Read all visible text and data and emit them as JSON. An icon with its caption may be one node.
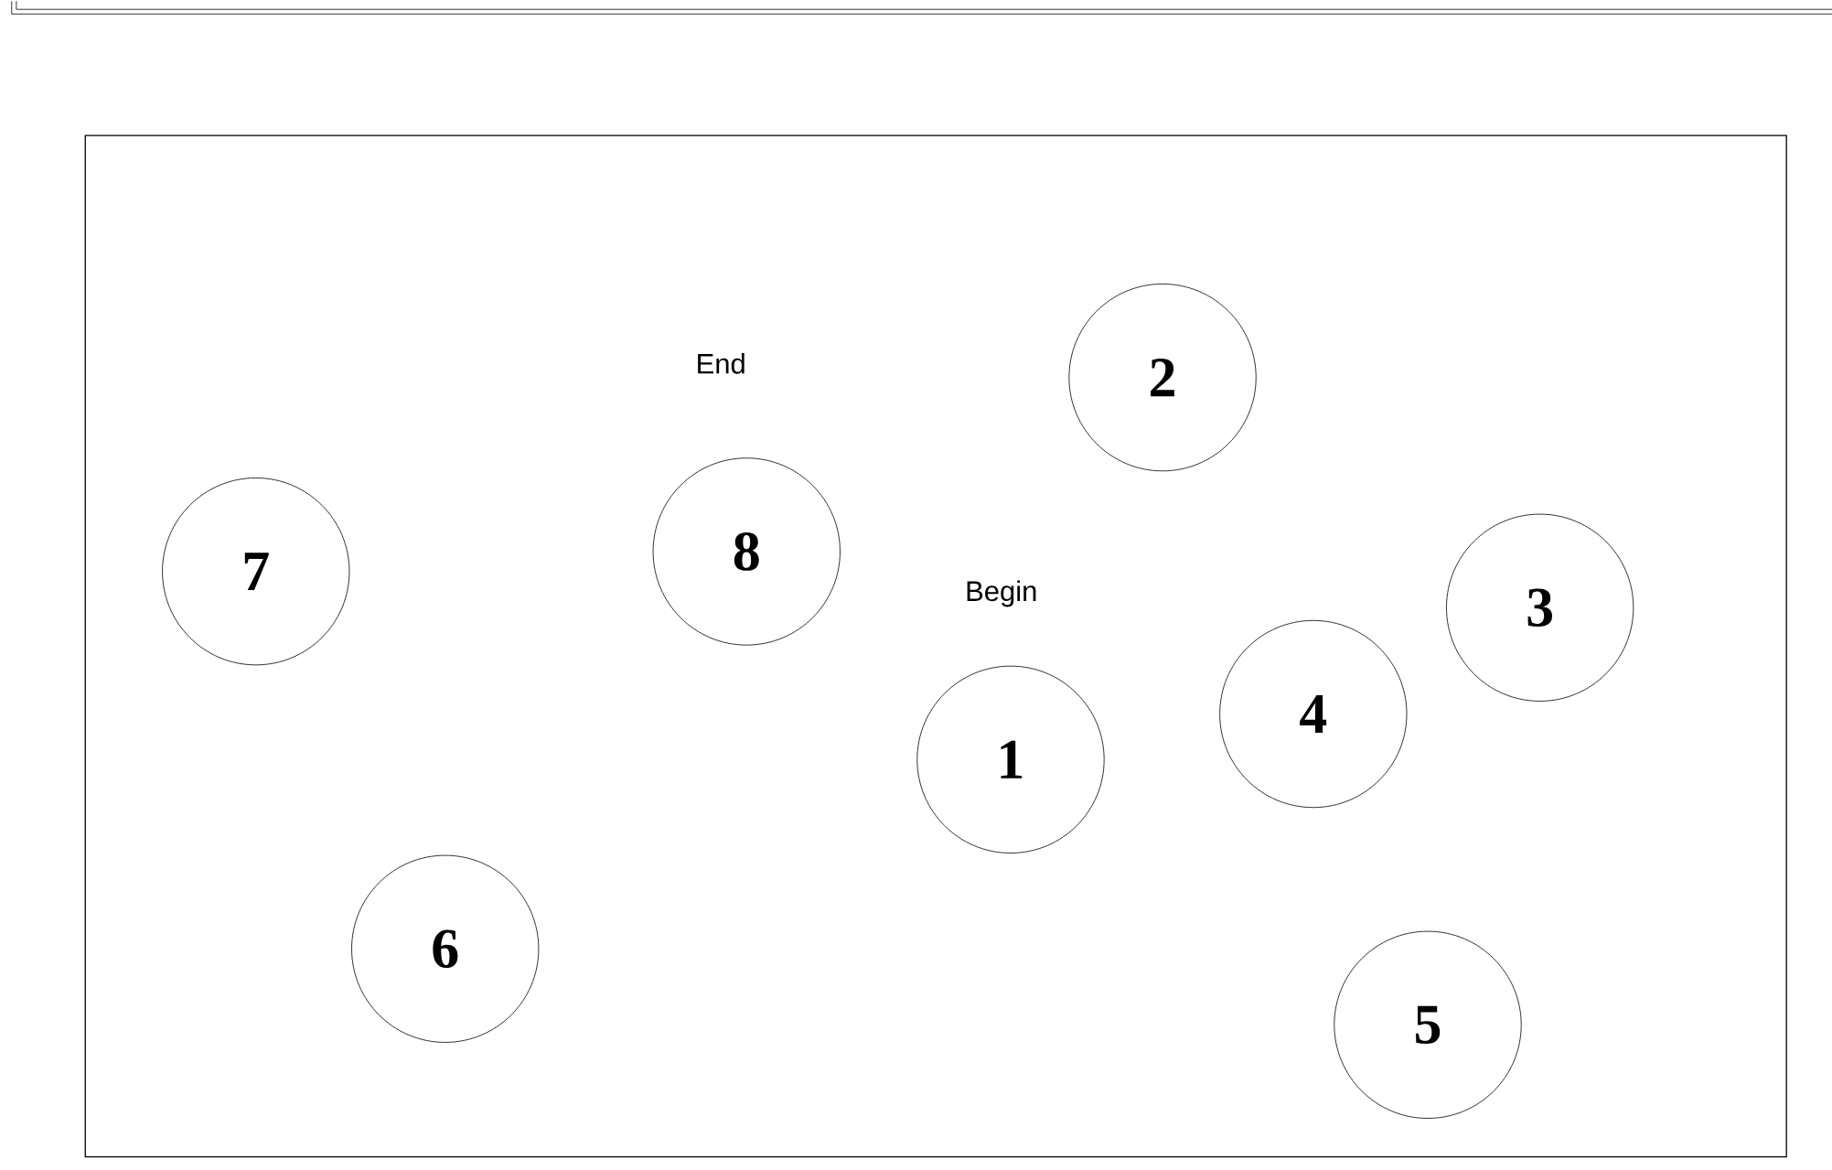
{
  "diagram": {
    "nodes": [
      {
        "text": [
          "1"
        ],
        "beside": [
          "Begin"
        ]
      },
      {
        "text": [
          "2"
        ]
      },
      {
        "text": [
          "3"
        ]
      },
      {
        "text": [
          "4"
        ]
      },
      {
        "text": [
          "5"
        ]
      },
      {
        "text": [
          "6"
        ]
      },
      {
        "text": [
          "7"
        ]
      },
      {
        "text": [
          "8"
        ],
        "beside": [
          "End"
        ]
      }
    ]
  }
}
